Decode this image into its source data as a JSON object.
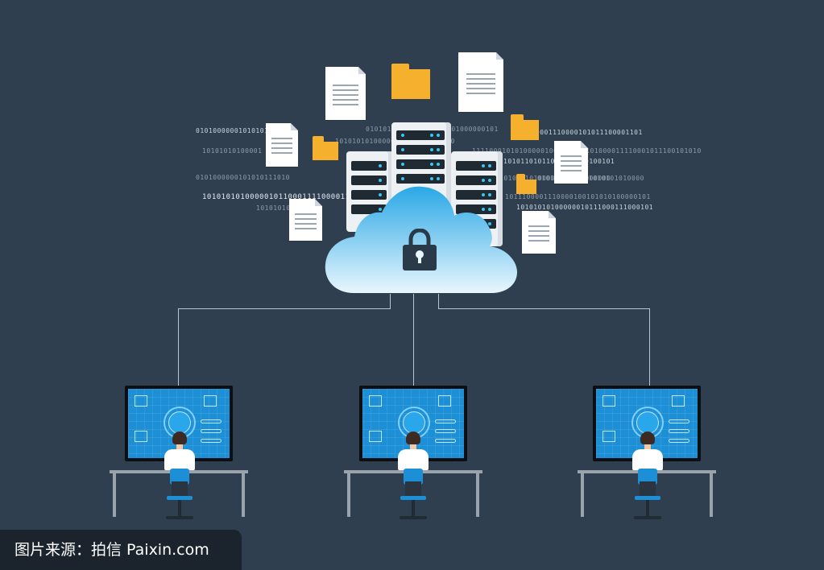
{
  "binary_lines": [
    "010100000010101010",
    "10101010100001",
    "0101000000101010111010",
    "101010101000001011000111100001110",
    "1010101010",
    "1010101010000001011000001110",
    "0101010101000000101101000000101",
    "1011100001110000101011100001101",
    "11110001010100000100000101",
    "10101101011000110100100101",
    "10101010100000010111000000",
    "1011100001110000100101010100000101",
    "10101010100000010111000111000101",
    "0101010000001010101010000",
    "1000101101000011110001011100101010"
  ],
  "icons": {
    "cloud": "cloud-icon",
    "lock": "padlock-icon",
    "server": "server-rack-icon",
    "document": "document-icon",
    "folder": "folder-icon"
  },
  "colors": {
    "background": "#2f3f4f",
    "cloud_top": "#2aa8e6",
    "cloud_bottom": "#e9f6fd",
    "lock": "#2b3a48",
    "folder": "#f5b12d",
    "screen": "#1d8fd6"
  },
  "watermark": {
    "text": "图片来源：拍信 Paixin.com"
  }
}
